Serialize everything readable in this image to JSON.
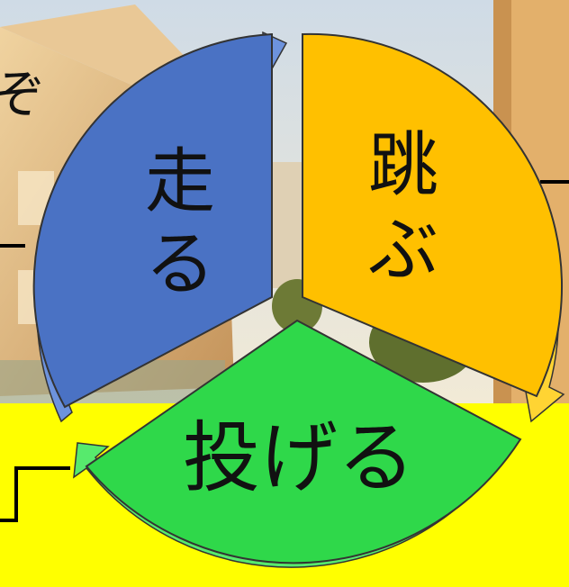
{
  "segments": [
    {
      "id": "run",
      "label_chars": [
        "走",
        "る"
      ],
      "color": "#4a72c4",
      "ring_color": "#6d93dd"
    },
    {
      "id": "jump",
      "label_chars": [
        "跳",
        "ぶ"
      ],
      "color": "#ffc000",
      "ring_color": "#ffd433"
    },
    {
      "id": "throw",
      "label": "投げる",
      "color": "#2fd84a",
      "ring_color": "#57ea6d"
    }
  ],
  "colors": {
    "sky": "#dfe7ef",
    "building": "#dcb57a",
    "building_shadow": "#b88a4e",
    "window": "#f3e2c1",
    "tower": "#e5b56c",
    "ground": "#ffff00",
    "outline": "#000000"
  }
}
